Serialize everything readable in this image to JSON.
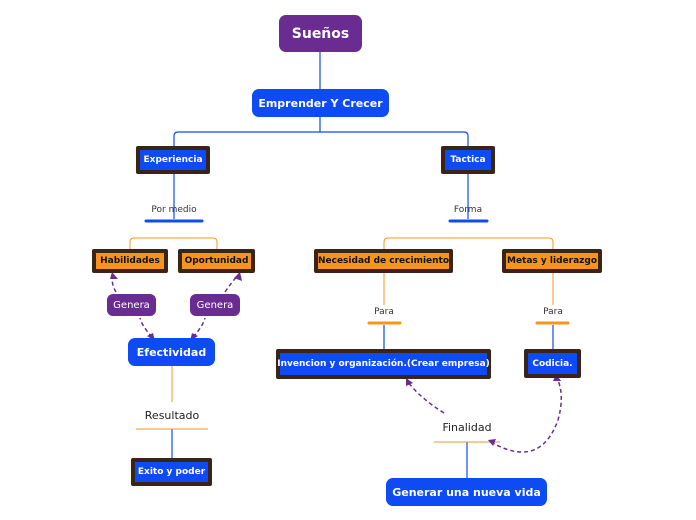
{
  "nodes": {
    "suenos": "Sueños",
    "emprender": "Emprender Y Crecer",
    "experiencia": "Experiencia",
    "tactica": "Tactica",
    "habilidades": "Habilidades",
    "oportunidad": "Oportunidad",
    "necesidad": "Necesidad de crecimiento",
    "metas": "Metas y liderazgo",
    "efectividad": "Efectividad",
    "invencion": "Invencion y organización.(Crear empresa)",
    "codicia": "Codicia.",
    "exito": "Exito y poder",
    "generar": "Generar una nueva vida"
  },
  "labels": {
    "por_medio": "Por medio",
    "forma": "Forma",
    "genera_left": "Genera",
    "genera_right": "Genera",
    "para_left": "Para",
    "para_right": "Para",
    "resultado": "Resultado",
    "finalidad": "Finalidad"
  },
  "colors": {
    "purple": "#6a2c91",
    "blue": "#0f4bf5",
    "orange": "#f7941d",
    "frame": "#3a2418"
  }
}
